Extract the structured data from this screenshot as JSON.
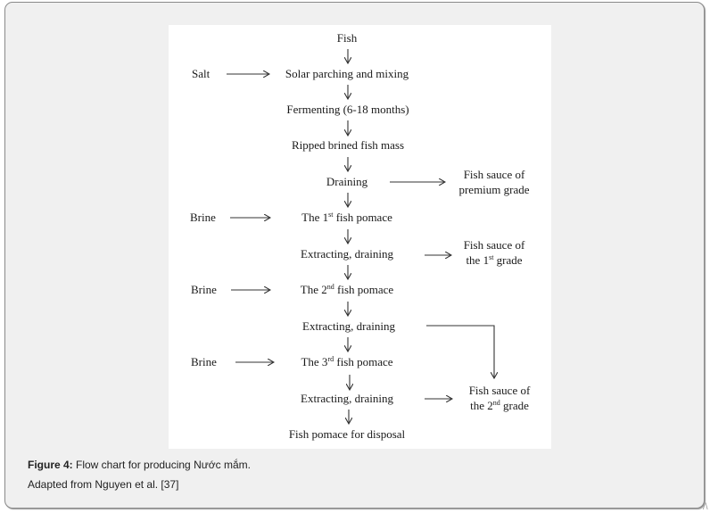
{
  "figure": {
    "nodes": {
      "fish": "Fish",
      "salt": "Salt",
      "solar": "Solar parching and mixing",
      "fermenting": "Fermenting (6-18 months)",
      "ripped": "Ripped brined fish mass",
      "draining": "Draining",
      "premium_line1": "Fish sauce of",
      "premium_line2": "premium grade",
      "brine1": "Brine",
      "pomace1_pre": "The 1",
      "pomace1_sup": "st",
      "pomace1_post": " fish pomace",
      "extract1": "Extracting, draining",
      "grade1_line1": "Fish sauce of",
      "grade1_pre": "the 1",
      "grade1_sup": "st",
      "grade1_post": " grade",
      "brine2": "Brine",
      "pomace2_pre": "The 2",
      "pomace2_sup": "nd",
      "pomace2_post": " fish pomace",
      "extract2": "Extracting, draining",
      "brine3": "Brine",
      "pomace3_pre": "The 3",
      "pomace3_sup": "rd",
      "pomace3_post": " fish pomace",
      "extract3": "Extracting, draining",
      "grade2_line1": "Fish sauce of",
      "grade2_pre": "the 2",
      "grade2_sup": "nd",
      "grade2_post": " grade",
      "disposal": "Fish pomace for disposal"
    }
  },
  "caption": {
    "label": "Figure 4:",
    "text": " Flow chart for producing Nước mắm.",
    "credit": "Adapted from Nguyen et al. [37]"
  },
  "corner_mark": "/\\"
}
